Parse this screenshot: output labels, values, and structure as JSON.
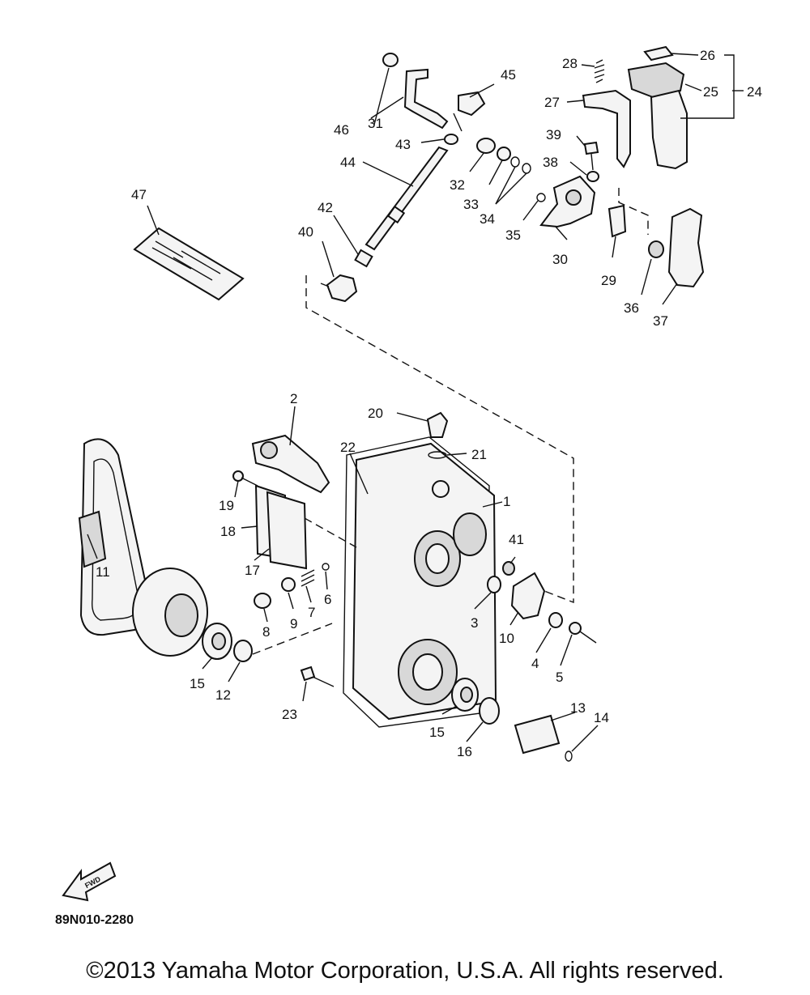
{
  "diagram": {
    "part_numbers": [
      "1",
      "2",
      "3",
      "4",
      "5",
      "6",
      "7",
      "8",
      "9",
      "10",
      "11",
      "12",
      "13",
      "14",
      "15",
      "15",
      "16",
      "17",
      "18",
      "19",
      "20",
      "21",
      "22",
      "23",
      "24",
      "25",
      "26",
      "27",
      "28",
      "29",
      "30",
      "31",
      "32",
      "33",
      "34",
      "35",
      "36",
      "37",
      "38",
      "39",
      "40",
      "41",
      "42",
      "43",
      "44",
      "45",
      "46",
      "47"
    ],
    "fwd_label": "FWD",
    "drawing_code": "89N010-2280"
  },
  "footer": {
    "copyright": "©2013 Yamaha Motor Corporation, U.S.A. All rights reserved."
  }
}
